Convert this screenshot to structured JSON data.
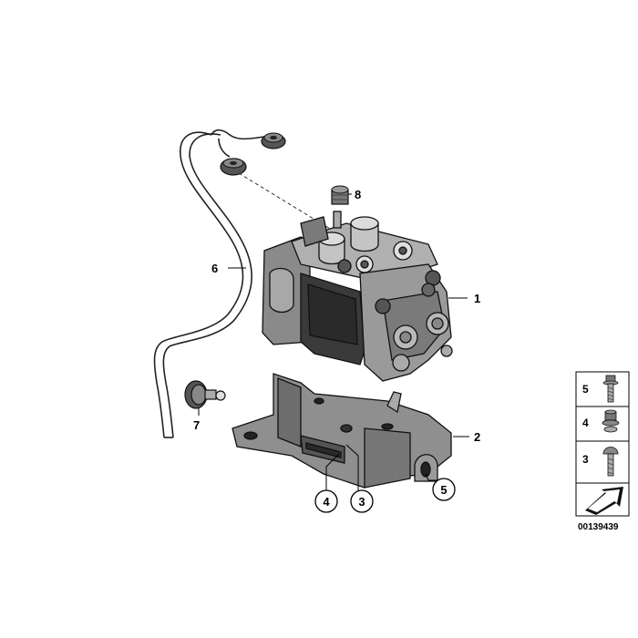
{
  "callouts": [
    "1",
    "2",
    "6",
    "7",
    "8"
  ],
  "circled_callouts": [
    "4",
    "3",
    "5"
  ],
  "legend": {
    "items": [
      {
        "number": "5",
        "icon": "hex-flange-bolt-icon"
      },
      {
        "number": "4",
        "icon": "nut-with-washer-icon"
      },
      {
        "number": "3",
        "icon": "round-head-screw-icon"
      }
    ],
    "arrow_icon": "return-arrow-icon"
  },
  "reference_number": "00139439"
}
